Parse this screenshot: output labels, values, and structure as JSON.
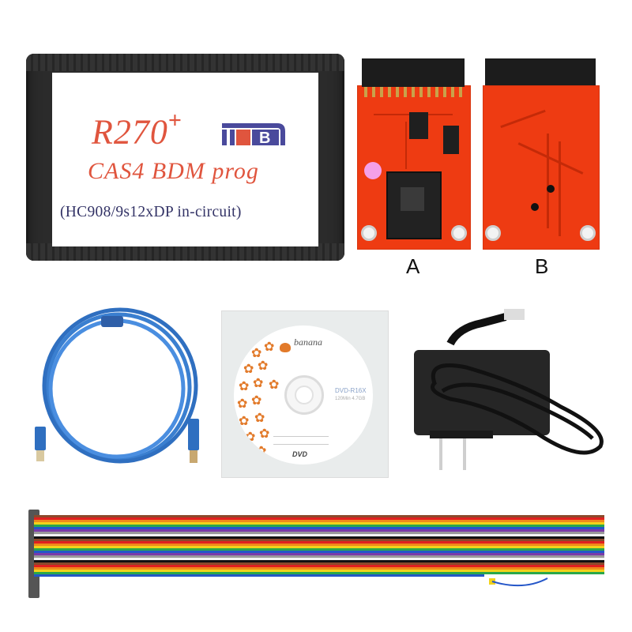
{
  "image": {
    "description": "Product photo of an R270+ CAS4 BDM programmer kit with accessories",
    "background": "#ffffff"
  },
  "programmer": {
    "model": "R270",
    "model_suffix": "+",
    "logo_text": "B",
    "subtitle": "CAS4 BDM prog",
    "description": "(HC908/9s12xDP in-circuit)",
    "colors": {
      "title": "#e0553e",
      "logo": "#4a4a9c",
      "logo_accent": "#e0553e",
      "description": "#333366",
      "housing": "#2b2b2b"
    }
  },
  "boards": [
    {
      "label": "A",
      "side": "front",
      "color": "#ee3b12"
    },
    {
      "label": "B",
      "side": "back",
      "color": "#ee3b12"
    }
  ],
  "accessories": {
    "usb_cable": {
      "name": "USB A-to-B cable",
      "color": "#3a7fd0"
    },
    "cd": {
      "brand": "banana",
      "format_text": "DVD-R16X",
      "capacity_text": "120Min 4.7GB",
      "logo_text": "DVD",
      "accent": "#e27a2a"
    },
    "power_adapter": {
      "name": "DC power adapter",
      "color": "#1a1a1a"
    },
    "ribbon_cable": {
      "name": "Rainbow ribbon cable",
      "wire_colors": [
        "#8b4a2b",
        "#e02020",
        "#f08a1a",
        "#f2d21a",
        "#2aa84a",
        "#2456c8",
        "#7a3aa8",
        "#9a9a9a",
        "#f2f2f2",
        "#111111"
      ]
    }
  }
}
